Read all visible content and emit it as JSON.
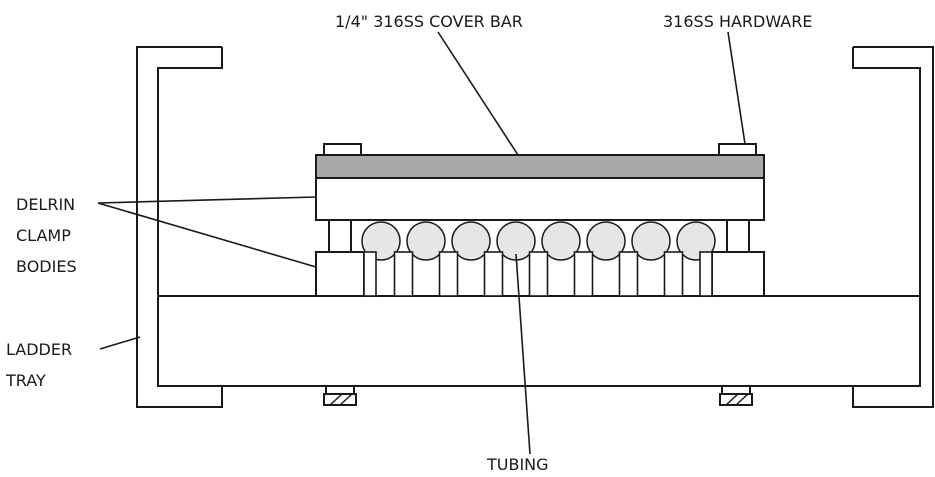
{
  "labels": {
    "cover_bar": "1/4\" 316SS COVER BAR",
    "hardware": "316SS HARDWARE",
    "clamp_line1": "DELRIN",
    "clamp_line2": "CLAMP",
    "clamp_line3": "BODIES",
    "tray_line1": "LADDER",
    "tray_line2": "TRAY",
    "tubing": "TUBING"
  },
  "tube_count": 8,
  "colors": {
    "line": "#1a1a1a",
    "cover_bar": "#a8a8a8",
    "tube_fill": "#e6e6e6",
    "background": "#ffffff"
  }
}
